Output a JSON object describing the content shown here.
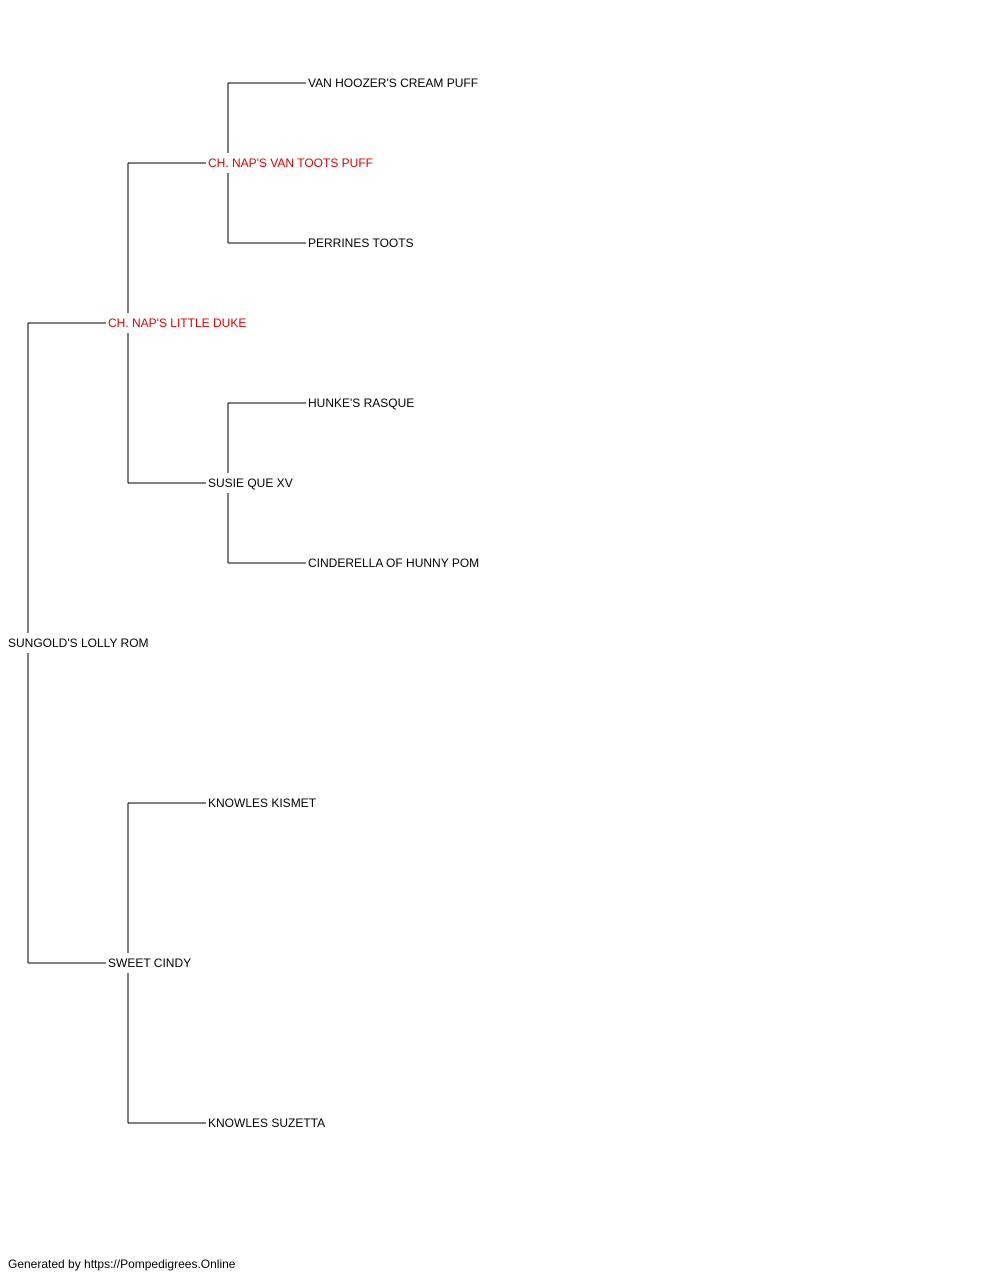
{
  "colors": {
    "default_text": "#000000",
    "champion_text": "#e00000",
    "line": "#000000"
  },
  "pedigree": {
    "subject": {
      "name": "SUNGOLD'S LOLLY ROM",
      "champion": false
    },
    "sire": {
      "name": "CH. NAP'S LITTLE DUKE",
      "champion": true
    },
    "dam": {
      "name": "SWEET CINDY",
      "champion": false
    },
    "sire_sire": {
      "name": "CH. NAP'S VAN TOOTS PUFF",
      "champion": true
    },
    "sire_dam": {
      "name": "SUSIE QUE XV",
      "champion": false
    },
    "dam_sire": {
      "name": "KNOWLES KISMET",
      "champion": false
    },
    "dam_dam": {
      "name": "KNOWLES SUZETTA",
      "champion": false
    },
    "sire_sire_sire": {
      "name": "VAN HOOZER'S CREAM PUFF",
      "champion": false
    },
    "sire_sire_dam": {
      "name": "PERRINES TOOTS",
      "champion": false
    },
    "sire_dam_sire": {
      "name": "HUNKE'S RASQUE",
      "champion": false
    },
    "sire_dam_dam": {
      "name": "CINDERELLA OF HUNNY POM",
      "champion": false
    }
  },
  "footer": {
    "text": "Generated by https://Pompedigrees.Online"
  }
}
